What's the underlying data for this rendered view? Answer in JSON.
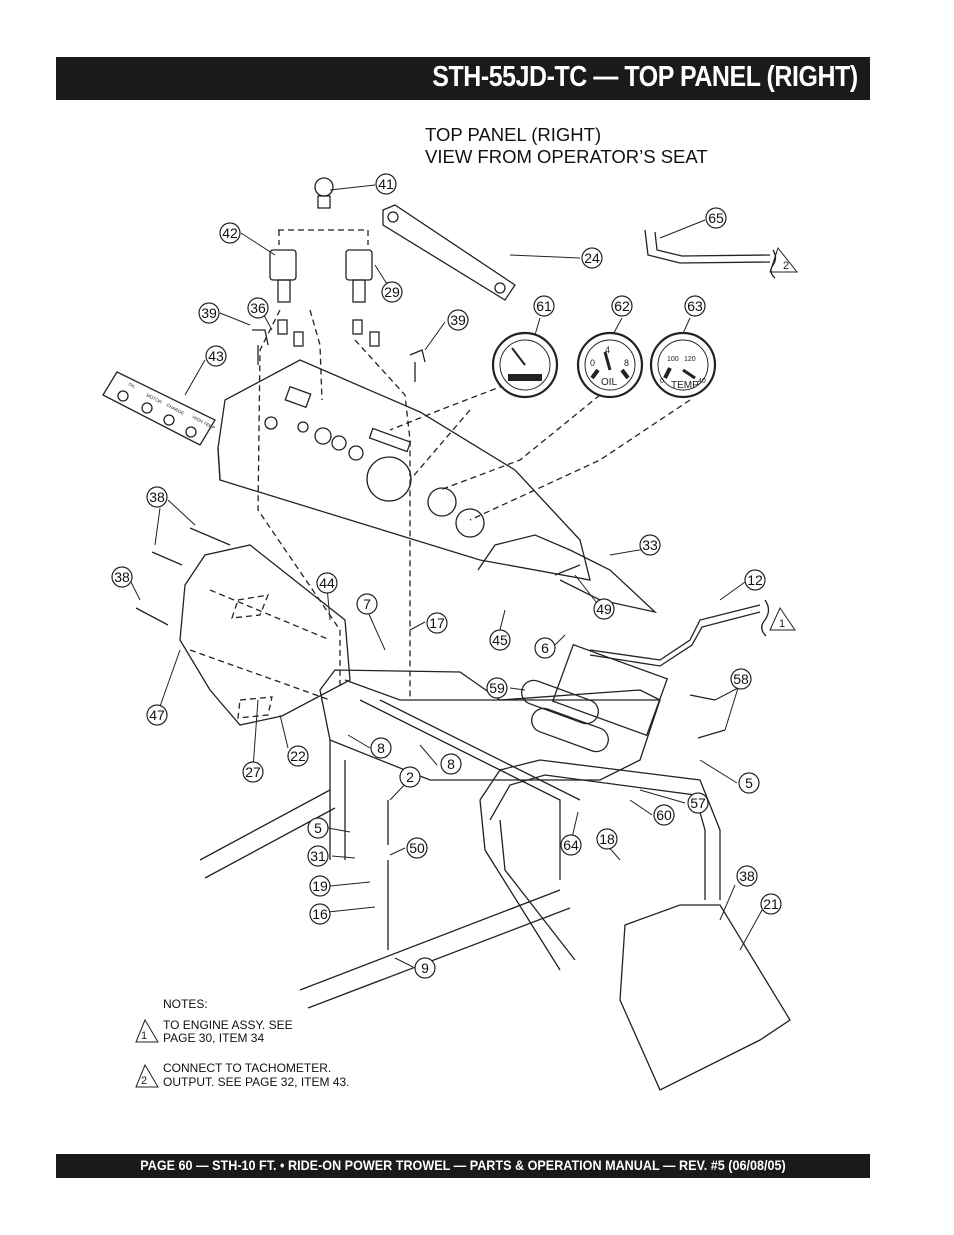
{
  "header": {
    "title": "STH-55JD-TC — TOP PANEL (RIGHT)"
  },
  "view_title": {
    "line1": "TOP PANEL (RIGHT)",
    "line2": "VIEW FROM OPERATOR’S SEAT"
  },
  "callouts": [
    "41",
    "42",
    "29",
    "24",
    "65",
    "36",
    "39",
    "39",
    "43",
    "61",
    "62",
    "63",
    "38",
    "38",
    "33",
    "12",
    "44",
    "7",
    "17",
    "49",
    "45",
    "6",
    "59",
    "58",
    "47",
    "22",
    "8",
    "8",
    "2",
    "27",
    "5",
    "31",
    "50",
    "19",
    "16",
    "9",
    "60",
    "57",
    "5",
    "64",
    "18",
    "38",
    "21"
  ],
  "gauges": {
    "oil": {
      "label": "OIL",
      "ticks": [
        "0",
        "4",
        "8"
      ]
    },
    "temp": {
      "label": "TEMP",
      "ticks": [
        "100",
        "120",
        "40",
        "0"
      ]
    }
  },
  "panel_labels": [
    "OIL",
    "MOTOR",
    "CHARGE",
    "HIGH TEMP"
  ],
  "notes": {
    "heading": "NOTES:",
    "note1": {
      "marker": "1",
      "line1": "TO ENGINE ASSY. SEE",
      "line2": "PAGE 30, ITEM 34"
    },
    "note2": {
      "marker": "2",
      "line1": "CONNECT TO TACHOMETER.",
      "line2": "OUTPUT. SEE PAGE 32, ITEM 43."
    }
  },
  "footer": {
    "text": "PAGE 60 — STH-10 FT. • RIDE-ON POWER TROWEL — PARTS & OPERATION MANUAL — REV. #5 (06/08/05)"
  }
}
